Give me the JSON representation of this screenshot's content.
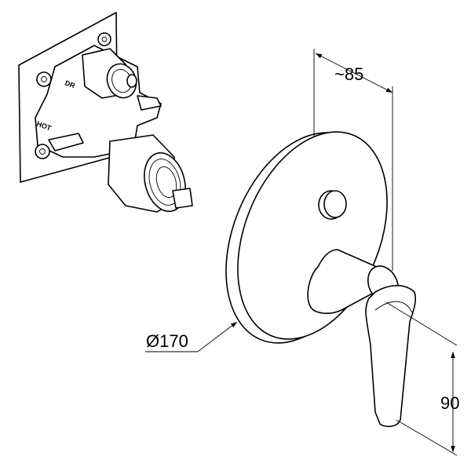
{
  "dimensions": {
    "depth": "~85",
    "diameter": "Ø170",
    "lever_height": "90"
  },
  "valve_markings": {
    "diverter": "DR",
    "hot": "HOT"
  }
}
